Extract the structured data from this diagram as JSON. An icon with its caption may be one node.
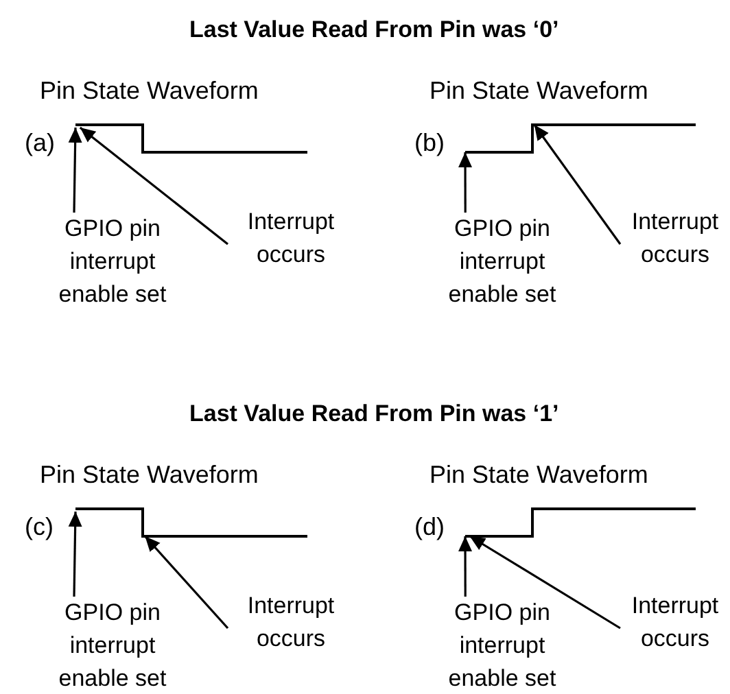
{
  "diagram": {
    "nodes": [
      {
        "text": [],
        "shape": "picture"
      },
      {
        "text": [
          "GPIO pin interrupt enable set"
        ]
      },
      {
        "text": [
          "Interrupt occurs"
        ]
      },
      {
        "text": [],
        "shape": "picture"
      },
      {
        "text": [
          "GPIO pin interrupt enable set"
        ]
      },
      {
        "text": [
          "Interrupt occurs"
        ]
      },
      {
        "text": [],
        "shape": "picture"
      },
      {
        "text": [
          "GPIO pin interrupt enable set"
        ]
      },
      {
        "text": [
          "Interrupt occurs"
        ]
      },
      {
        "text": [],
        "shape": "picture"
      },
      {
        "text": [
          "GPIO pin interrupt enable set"
        ]
      },
      {
        "text": [
          "Interrupt occurs"
        ]
      }
    ],
    "edges": [
      {
        "from": 1,
        "to": 0,
        "arrow": "to"
      },
      {
        "from": 2,
        "to": 0,
        "arrow": "to"
      },
      {
        "from": 4,
        "to": 3,
        "arrow": "to"
      },
      {
        "from": 5,
        "to": 3,
        "arrow": "to"
      },
      {
        "from": 7,
        "to": 6,
        "arrow": "to"
      },
      {
        "from": 8,
        "to": 6,
        "arrow": "to"
      },
      {
        "from": 10,
        "to": 9,
        "arrow": "to"
      },
      {
        "from": 11,
        "to": 9,
        "arrow": "to"
      }
    ],
    "labels": [
      "Last Value Read From Pin was ‘0’",
      "Pin State Waveform",
      "Pin State Waveform",
      "(a)",
      "(b)",
      "Last Value Read From Pin was ‘1’",
      "Pin State Waveform",
      "Pin State Waveform",
      "(c)",
      "(d)"
    ]
  }
}
